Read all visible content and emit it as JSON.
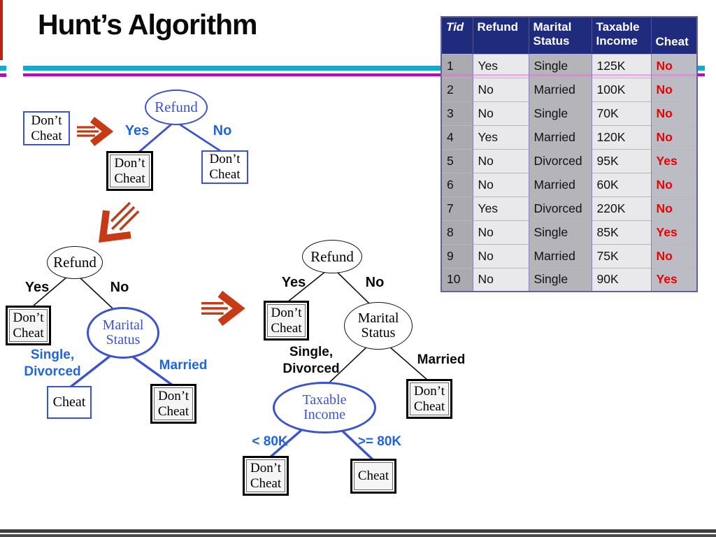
{
  "title": "Hunt’s Algorithm",
  "table": {
    "headers": [
      "Tid",
      "Refund",
      "Marital Status",
      "Taxable Income",
      "Cheat"
    ],
    "rows": [
      [
        "1",
        "Yes",
        "Single",
        "125K",
        "No"
      ],
      [
        "2",
        "No",
        "Married",
        "100K",
        "No"
      ],
      [
        "3",
        "No",
        "Single",
        "70K",
        "No"
      ],
      [
        "4",
        "Yes",
        "Married",
        "120K",
        "No"
      ],
      [
        "5",
        "No",
        "Divorced",
        "95K",
        "Yes"
      ],
      [
        "6",
        "No",
        "Married",
        "60K",
        "No"
      ],
      [
        "7",
        "Yes",
        "Divorced",
        "220K",
        "No"
      ],
      [
        "8",
        "No",
        "Single",
        "85K",
        "Yes"
      ],
      [
        "9",
        "No",
        "Married",
        "75K",
        "No"
      ],
      [
        "10",
        "No",
        "Single",
        "90K",
        "Yes"
      ]
    ]
  },
  "t1": {
    "start": [
      "Don’t",
      "Cheat"
    ],
    "root": "Refund",
    "yes": "Yes",
    "no": "No",
    "leaf_yes": [
      "Don’t",
      "Cheat"
    ],
    "leaf_no": [
      "Don’t",
      "Cheat"
    ]
  },
  "t2": {
    "root": "Refund",
    "yes": "Yes",
    "no": "No",
    "leaf_yes": [
      "Don’t",
      "Cheat"
    ],
    "mid": [
      "Marital",
      "Status"
    ],
    "branch_left": [
      "Single,",
      "Divorced"
    ],
    "branch_right": "Married",
    "leaf_single": "Cheat",
    "leaf_married": [
      "Don’t",
      "Cheat"
    ]
  },
  "t3": {
    "root": "Refund",
    "yes": "Yes",
    "no": "No",
    "leaf_yes": [
      "Don’t",
      "Cheat"
    ],
    "mid": [
      "Marital",
      "Status"
    ],
    "branch_left": [
      "Single,",
      "Divorced"
    ],
    "branch_right": "Married",
    "leaf_married": [
      "Don’t",
      "Cheat"
    ],
    "income": [
      "Taxable",
      "Income"
    ],
    "lt": "< 80K",
    "ge": ">= 80K",
    "leaf_lt": [
      "Don’t",
      "Cheat"
    ],
    "leaf_ge": "Cheat"
  },
  "colors": {
    "node_blue": "#3b53cf",
    "label_blue": "#2065dd",
    "arrow_red": "#c63a15",
    "cheat_red": "#ee0000",
    "header_navy": "#1f2c7e",
    "line_cyan": "#19a8c8",
    "line_magenta": "#c400c4"
  }
}
